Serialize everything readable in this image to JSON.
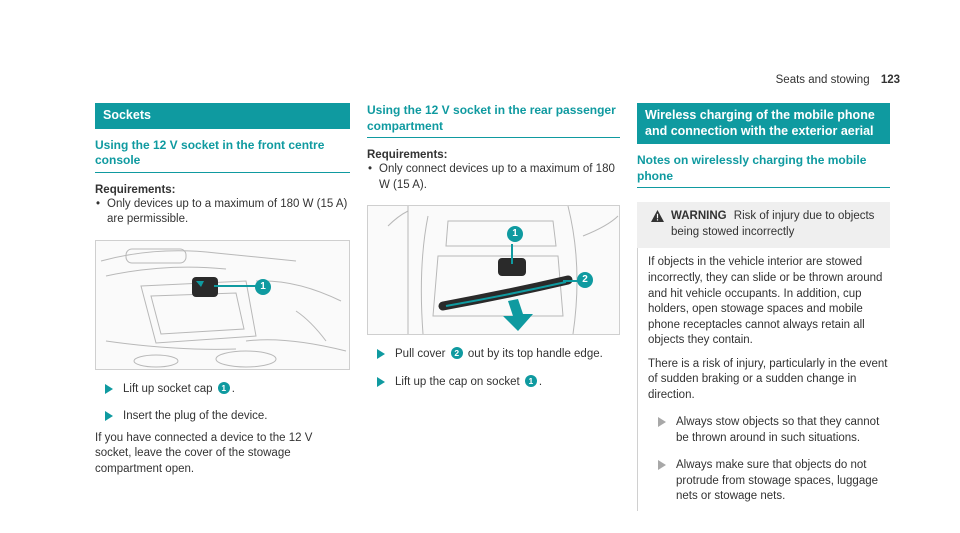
{
  "header": {
    "section": "Seats and stowing",
    "page": "123"
  },
  "col1": {
    "banner": "Sockets",
    "subhead": "Using the 12 V socket in the front centre console",
    "requirements_label": "Requirements:",
    "requirements": [
      "Only devices up to a maximum of 180 W (15 A) are permissible."
    ],
    "step1": {
      "text": "Lift up socket cap",
      "ref": "1",
      "end": "."
    },
    "step2": "Insert the plug of the device.",
    "note": "If you have connected a device to the 12 V socket, leave the cover of the stowage compartment open.",
    "figure_callout": "1"
  },
  "col2": {
    "subhead": "Using the 12 V socket in the rear passenger compartment",
    "requirements_label": "Requirements:",
    "requirements": [
      "Only connect devices up to a maximum of 180 W (15 A)."
    ],
    "step1": {
      "pre": "Pull cover",
      "ref": "2",
      "post": "out by its top handle edge."
    },
    "step2": {
      "pre": "Lift up the cap on socket",
      "ref": "1",
      "post": "."
    },
    "figure_callouts": [
      "1",
      "2"
    ]
  },
  "col3": {
    "banner": "Wireless charging of the mobile phone and connection with the exterior aerial",
    "subhead": "Notes on wirelessly charging the mobile phone",
    "warning": {
      "label": "WARNING",
      "title": "Risk of injury due to objects being stowed incorrectly",
      "p1": "If objects in the vehicle interior are stowed incorrectly, they can slide or be thrown around and hit vehicle occupants. In addition, cup holders, open stowage spaces and mobile phone receptacles cannot always retain all objects they contain.",
      "p2": "There is a risk of injury, particularly in the event of sudden braking or a sudden change in direction.",
      "a1": "Always stow objects so that they cannot be thrown around in such situations.",
      "a2": "Always make sure that objects do not protrude from stowage spaces, luggage nets or stowage nets."
    }
  },
  "colors": {
    "accent": "#0f9aa0",
    "text": "#333333",
    "warn_bg": "#efefef"
  }
}
